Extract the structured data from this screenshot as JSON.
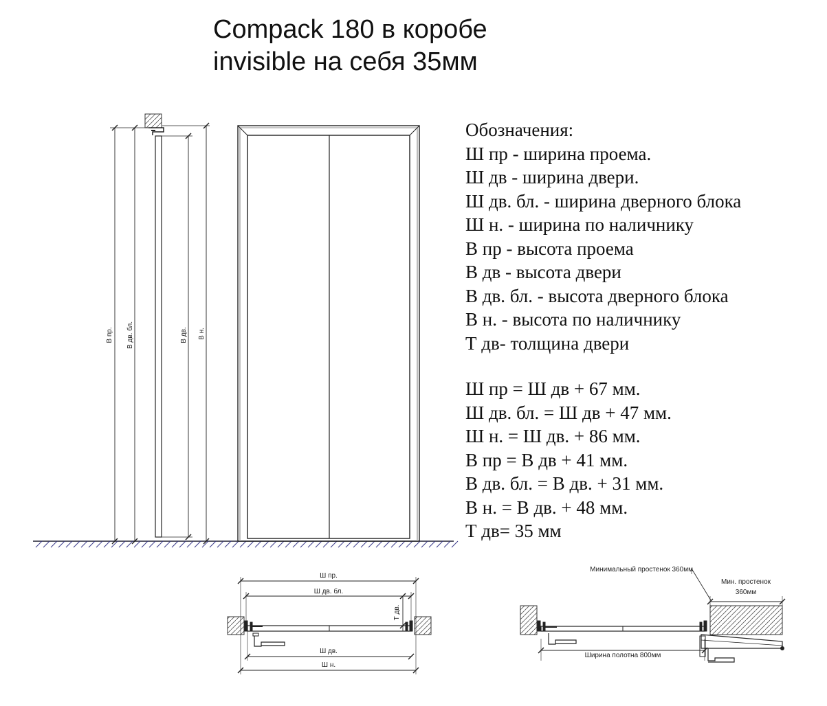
{
  "title": {
    "line1": "Compack 180 в коробе",
    "line2": "invisible на себя 35мм"
  },
  "legend": {
    "heading": "Обозначения:",
    "items": [
      "Ш пр - ширина проема.",
      "Ш дв - ширина двери.",
      "Ш дв. бл. - ширина дверного блока",
      "Ш н. - ширина по наличнику",
      "В пр - высота проема",
      "В дв - высота двери",
      "В дв. бл. - высота дверного блока",
      "В н. - высота по наличнику",
      "Т дв- толщина двери"
    ]
  },
  "formulas": [
    "Ш пр = Ш дв + 67 мм.",
    "Ш дв. бл. = Ш дв + 47 мм.",
    "Ш н. = Ш дв. + 86 мм.",
    "В пр = В дв + 41 мм.",
    "В дв. бл. = В дв. + 31 мм.",
    "В н. = В дв. + 48 мм.",
    "Т дв= 35 мм"
  ],
  "side_view": {
    "dim_labels": [
      "В пр.",
      "В дв. бл.",
      "В дв.",
      "В н."
    ]
  },
  "plan_view": {
    "labels": {
      "opening": "Ш пр.",
      "block": "Ш дв. бл.",
      "thickness": "Т дв.",
      "door": "Ш дв.",
      "trim": "Ш н."
    }
  },
  "install_view": {
    "min_wall_label": "Минимальный простенок 360мм",
    "min_wall_short_1": "Мин. простенок",
    "min_wall_short_2": "360мм",
    "leaf_width_label": "Ширина полотна 800мм"
  }
}
